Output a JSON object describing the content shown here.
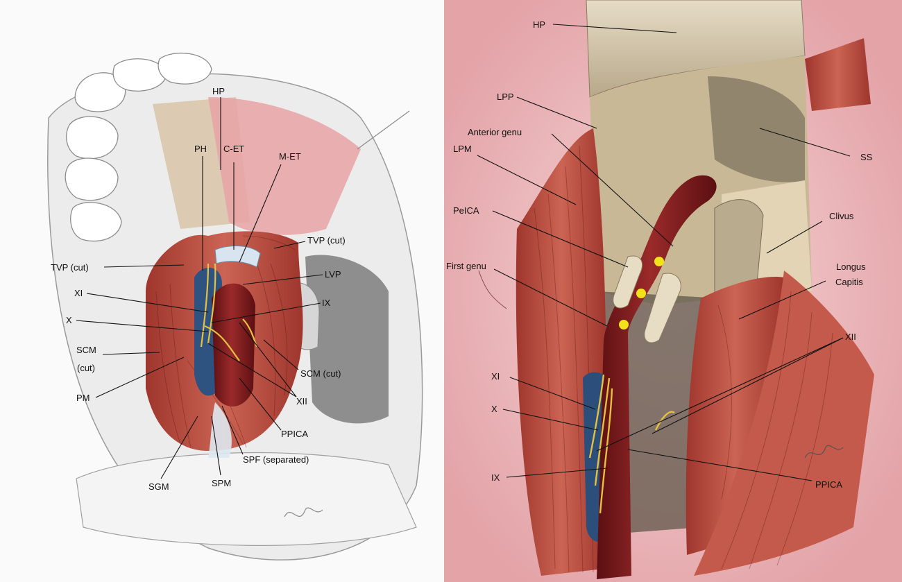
{
  "left_panel": {
    "labels": {
      "hp": "HP",
      "ph": "PH",
      "c_et": "C-ET",
      "m_et": "M-ET",
      "tvp_cut_right": "TVP (cut)",
      "tvp_cut_left": "TVP (cut)",
      "lvp": "LVP",
      "xi": "XI",
      "ix": "IX",
      "x": "X",
      "scm_cut_left": "SCM\n(cut)",
      "scm_cut_left_line1": "SCM",
      "scm_cut_left_line2": "(cut)",
      "scm_cut_right": "SCM (cut)",
      "pm": "PM",
      "xii": "XII",
      "ppica": "PPICA",
      "spf": "SPF (separated)",
      "sgm": "SGM",
      "spm": "SPM"
    }
  },
  "right_panel": {
    "labels": {
      "hp": "HP",
      "lpp": "LPP",
      "anterior_genu": "Anterior genu",
      "lpm": "LPM",
      "ss": "SS",
      "pelca": "PeICA",
      "clivus": "Clivus",
      "first_genu": "First genu",
      "longus_line1": "Longus",
      "longus_line2": "Capitis",
      "xii": "XII",
      "xi": "XI",
      "x": "X",
      "ix": "IX",
      "ppica": "PPICA"
    }
  },
  "colors": {
    "muscle": "#b84a3e",
    "muscle_dark": "#8e2f27",
    "artery": "#7a1a1c",
    "nerve": "#e8c34a",
    "bone": "#d9cbb0",
    "mucosa_pink": "#eab0b3",
    "marker_dot": "#f2e21a",
    "vein_blue": "#2b4f7a",
    "sketch_gray": "#e4e4e4"
  }
}
